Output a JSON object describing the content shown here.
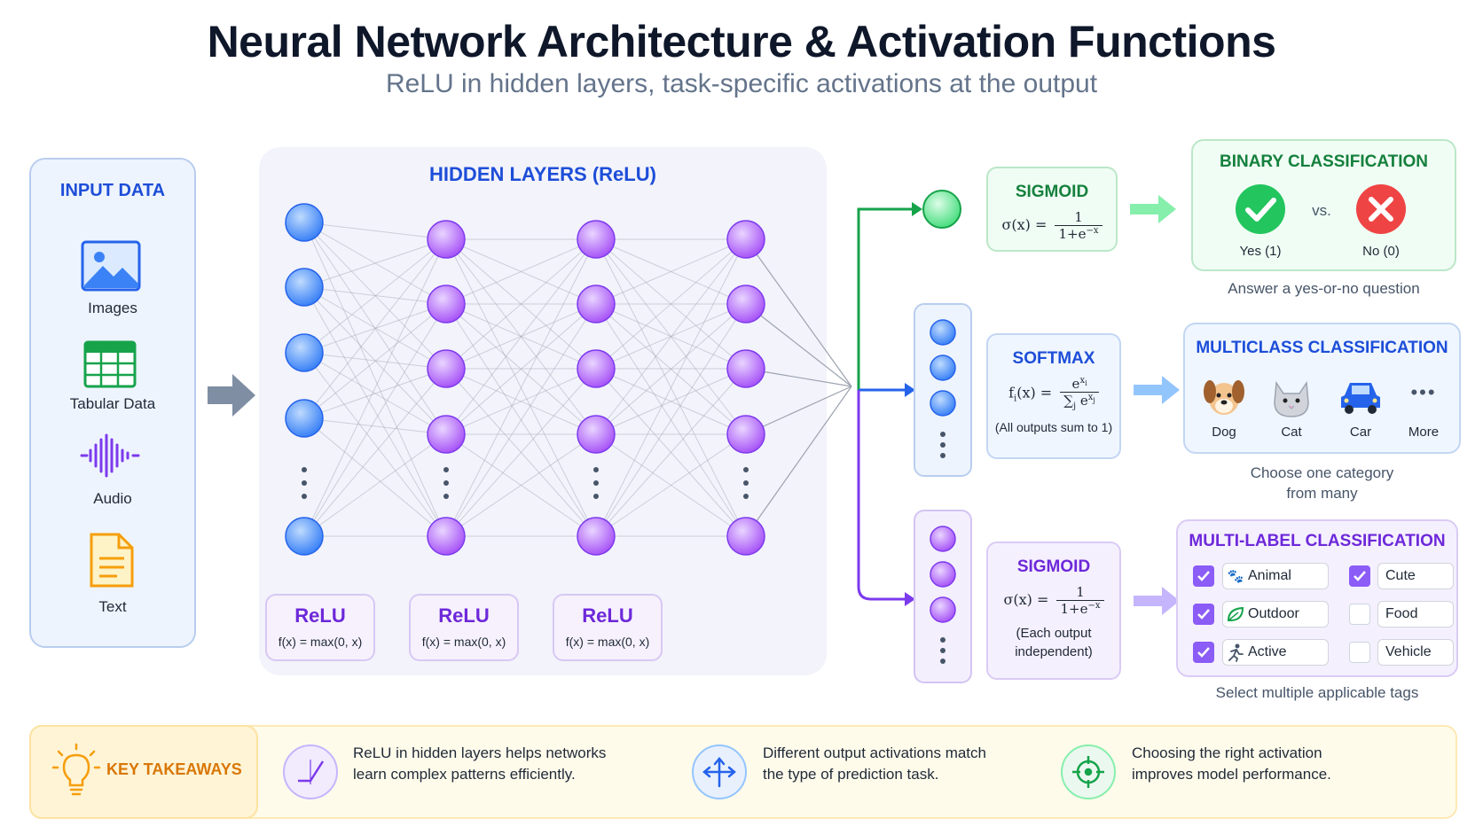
{
  "header": {
    "title": "Neural Network Architecture & Activation Functions",
    "subtitle": "ReLU in hidden layers, task-specific activations at the output"
  },
  "input_data": {
    "title": "INPUT DATA",
    "items": [
      {
        "label": "Images",
        "icon": "image-icon"
      },
      {
        "label": "Tabular Data",
        "icon": "table-icon"
      },
      {
        "label": "Audio",
        "icon": "audio-waveform-icon"
      },
      {
        "label": "Text",
        "icon": "document-icon"
      }
    ]
  },
  "hidden_layers": {
    "title": "HIDDEN LAYERS (ReLU)",
    "relu_cards": [
      {
        "label": "ReLU",
        "formula": "f(x) = max(0, x)"
      },
      {
        "label": "ReLU",
        "formula": "f(x) = max(0, x)"
      },
      {
        "label": "ReLU",
        "formula": "f(x) = max(0, x)"
      }
    ]
  },
  "outputs": {
    "sigmoid_binary": {
      "title": "SIGMOID",
      "lhs": "σ(x) =",
      "num": "1",
      "den": "1+e",
      "den_sup": "−x"
    },
    "softmax": {
      "title": "SOFTMAX",
      "lhs": "f",
      "lhs_sub": "i",
      "lhs_rest": "(x) =",
      "num": "e",
      "num_sup": "x",
      "num_sup_sub": "i",
      "den": "∑",
      "den_sub": "j",
      "den_rest": " e",
      "den_sup": "x",
      "den_sup_sub": "j",
      "note": "(All outputs sum to 1)"
    },
    "sigmoid_multilabel": {
      "title": "SIGMOID",
      "lhs": "σ(x) =",
      "num": "1",
      "den": "1+e",
      "den_sup": "−x",
      "note_line1": "(Each output",
      "note_line2": "independent)"
    }
  },
  "binary": {
    "title": "BINARY CLASSIFICATION",
    "yes_label": "Yes (1)",
    "vs": "vs.",
    "no_label": "No (0)",
    "caption": "Answer a yes-or-no question"
  },
  "multiclass": {
    "title": "MULTICLASS CLASSIFICATION",
    "options": [
      {
        "label": "Dog",
        "icon": "dog-icon"
      },
      {
        "label": "Cat",
        "icon": "cat-icon"
      },
      {
        "label": "Car",
        "icon": "car-icon"
      },
      {
        "label": "More",
        "icon": "more-dots-icon"
      }
    ],
    "caption_line1": "Choose one category",
    "caption_line2": "from many"
  },
  "multilabel": {
    "title": "MULTI-LABEL CLASSIFICATION",
    "left_tags": [
      {
        "label": "Animal",
        "checked": true,
        "icon": "paw-icon"
      },
      {
        "label": "Outdoor",
        "checked": true,
        "icon": "leaf-icon"
      },
      {
        "label": "Active",
        "checked": true,
        "icon": "running-icon"
      }
    ],
    "right_tags": [
      {
        "label": "Cute",
        "checked": true
      },
      {
        "label": "Food",
        "checked": false
      },
      {
        "label": "Vehicle",
        "checked": false
      }
    ],
    "caption": "Select multiple applicable tags"
  },
  "takeaways": {
    "title": "KEY TAKEAWAYS",
    "items": [
      {
        "line1": "ReLU in hidden layers helps networks",
        "line2": "learn complex patterns efficiently.",
        "icon": "relu-graph-icon"
      },
      {
        "line1": "Different output activations match",
        "line2": "the type of prediction task.",
        "icon": "arrows-split-icon"
      },
      {
        "line1": "Choosing the right activation",
        "line2": "improves model performance.",
        "icon": "target-icon"
      }
    ]
  },
  "colors": {
    "blue": "#1d4ed8",
    "purple": "#7c3aed",
    "green": "#16a34a",
    "red": "#ef4444",
    "amber": "#f59e0b"
  }
}
